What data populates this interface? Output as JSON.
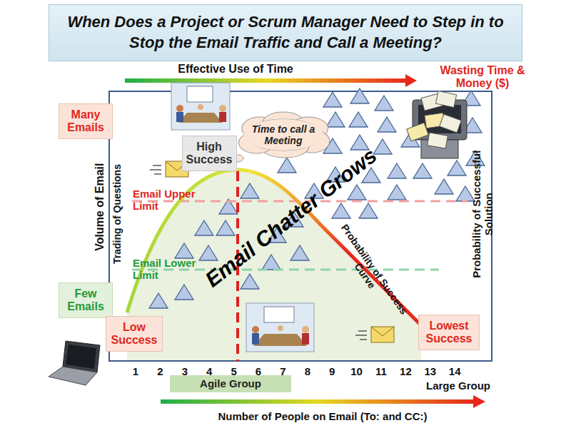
{
  "diagram": {
    "title": "When Does a Project or Scrum Manager Need to Step in to Stop the Email Traffic and Call a Meeting?",
    "nodes": [
      {
        "text": [
          "Many Emails"
        ]
      },
      {
        "text": [
          "High Success"
        ]
      },
      {
        "text": [
          "Time to call a Meeting"
        ]
      },
      {
        "text": [
          "Few Emails"
        ]
      },
      {
        "text": [
          "Low Success"
        ]
      },
      {
        "text": [
          "Lowest Success"
        ]
      },
      {
        "text": [
          "Agile Group"
        ]
      }
    ],
    "labels": [
      "Effective Use of Time",
      "Wasting Time & Money ($)",
      "Volume of Email",
      "Trading of Questions",
      "Email Upper Limit",
      "Email Lower Limit",
      "Email Chatter Grows",
      "Probability of Success Curve",
      "Probability of Successful Solution",
      "1",
      "2",
      "3",
      "4",
      "5",
      "6",
      "7",
      "8",
      "9",
      "10",
      "11",
      "12",
      "13",
      "14",
      "Large Group",
      "Number of People on Email (To: and CC:)"
    ]
  }
}
